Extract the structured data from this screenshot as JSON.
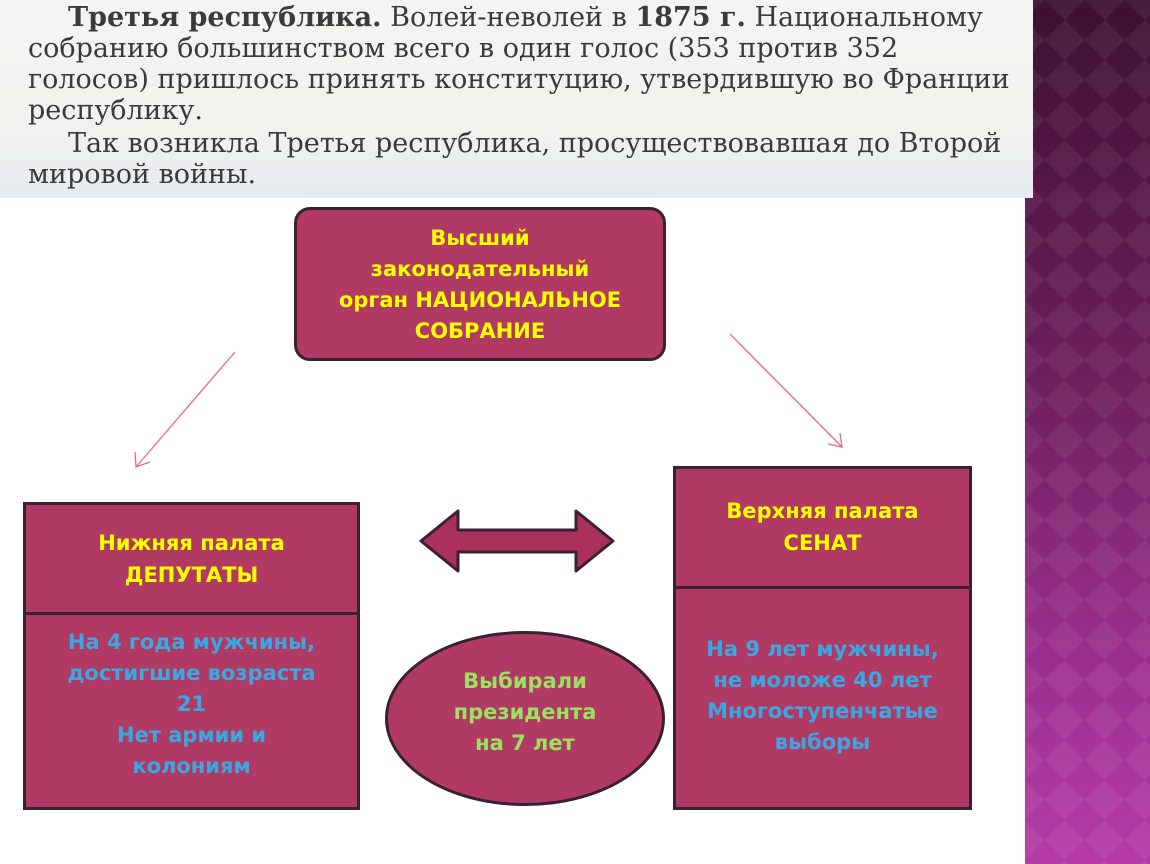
{
  "textbook": {
    "para1_title": "Третья республика.",
    "para1_text_a": " Волей-неволей в ",
    "para1_year": "1875 г.",
    "para1_text_b": " Национальному собранию большинством всего в один голос (353 против 352 голосов) пришлось принять конституцию, утвердившую во Франции республику.",
    "para2": "Так возникла Третья республика, просуществовавшая до Второй мировой войны."
  },
  "diagram": {
    "top_node": [
      "Высший",
      "законодательный",
      "орган НАЦИОНАЛЬНОЕ",
      "СОБРАНИЕ"
    ],
    "lower_chamber": {
      "title": [
        "Нижняя палата",
        "ДЕПУТАТЫ"
      ],
      "details": [
        "На 4 года мужчины,",
        "достигшие возраста",
        "21",
        "Нет армии и",
        "колониям"
      ]
    },
    "upper_chamber": {
      "title": [
        "Верхняя палата",
        "СЕНАТ"
      ],
      "details": [
        "На 9 лет мужчины,",
        "не моложе 40 лет",
        "Многоступенчатые",
        "выборы"
      ]
    },
    "center_node": [
      "Выбирали",
      "президента",
      "на 7 лет"
    ]
  },
  "colors": {
    "box_fill": "#b03a63",
    "title_text": "#ffff00",
    "detail_text": "#3aa8e0",
    "ellipse_text": "#9be060",
    "arrow_fill": "#a8305a",
    "connector_line": "#e46a8a"
  }
}
